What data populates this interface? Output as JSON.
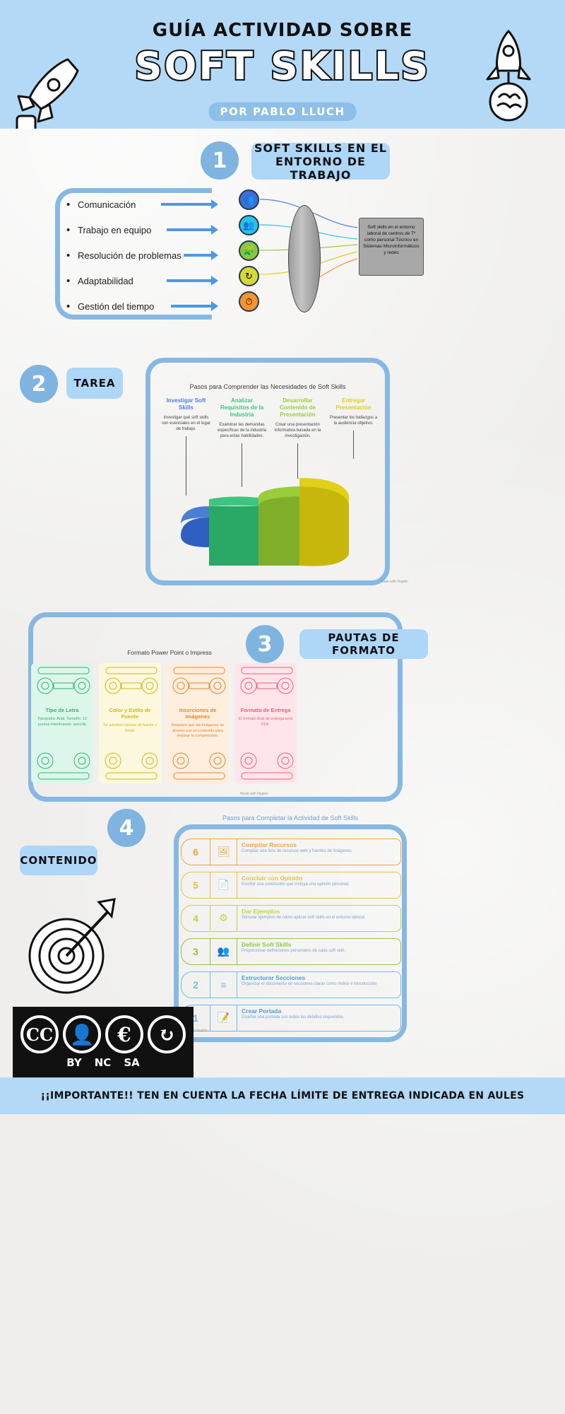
{
  "header": {
    "subtitle": "GUÍA ACTIVIDAD SOBRE",
    "title": "SOFT SKILLS",
    "byline": "POR PABLO LLUCH",
    "bg_color": "#b3d9f7"
  },
  "section1": {
    "number": "1",
    "label": "SOFT SKILLS EN EL ENTORNO DE TRABAJO",
    "skills": [
      {
        "text": "Comunicación",
        "icon": "people-network-icon",
        "color": "#3d6fd6"
      },
      {
        "text": "Trabajo en equipo",
        "icon": "team-icon",
        "color": "#29c3e8"
      },
      {
        "text": "Resolución de problemas",
        "icon": "puzzle-icon",
        "color": "#8cc63f"
      },
      {
        "text": "Adaptabilidad",
        "icon": "adapt-icon",
        "color": "#d6d83a"
      },
      {
        "text": "Gestión del tiempo",
        "icon": "clock-icon",
        "color": "#f59432"
      }
    ],
    "outcome_box": "Soft skills en el entorno laboral de centros de Tº como personal Técnico en Sistemas Microinformáticos y redes"
  },
  "section2": {
    "number": "2",
    "label": "TAREA",
    "chart_title": "Pasos para Comprender las Necesidades de Soft Skills",
    "credit": "Made with  Napkin"
  },
  "section3": {
    "number": "3",
    "label": "PAUTAS DE FORMATO",
    "chart_title": "Formato Power Point o Impress",
    "credit": "Made with  Napkin",
    "cards": [
      {
        "title": "Tipo de Letra",
        "body": "Tipografía: Arial. Tamaño: 12 puntos Interlineado: sencillo",
        "color": "#2bb673",
        "bg": "#ddf6ea"
      },
      {
        "title": "Color y Estilo de Fuente",
        "body": "Se admiten colores de fuente y fondo",
        "color": "#d4b516",
        "bg": "#fbf8dd"
      },
      {
        "title": "Inserciones de Imágenes",
        "body": "Requiere que las imágenes se alineen con el contenido para mejorar la comprensión.",
        "color": "#e08733",
        "bg": "#fdeedd"
      },
      {
        "title": "Formato de Entrega",
        "body": "El formato final de entrega será PDF.",
        "color": "#e9607a",
        "bg": "#fde5ea"
      }
    ]
  },
  "section4": {
    "number": "4",
    "label": "CONTENIDO",
    "chart_title": "Pasos para Completar la Actividad de Soft Skills",
    "credit": "Made with  Napkin",
    "steps": [
      {
        "n": "6",
        "title": "Compilar Recursos",
        "body": "Compilar una lista de recursos web y fuentes de imágenes.",
        "icon": "image-stack-icon",
        "color": "#f0a53c"
      },
      {
        "n": "5",
        "title": "Concluir con Opinión",
        "body": "Escribir una conclusión que incluya una opinión personal.",
        "icon": "document-edit-icon",
        "color": "#e8c13a"
      },
      {
        "n": "4",
        "title": "Dar Ejemplos",
        "body": "Stimular ejemplos de cómo aplicar soft skills en el entorno laboral.",
        "icon": "gear-people-icon",
        "color": "#c3d43c"
      },
      {
        "n": "3",
        "title": "Definir Soft Skills",
        "body": "Proporcionar definiciones personales de cada soft skill.",
        "icon": "people-share-icon",
        "color": "#8ec63f"
      },
      {
        "n": "2",
        "title": "Estructurar Secciones",
        "body": "Organizar el documento en secciones claras como índice e introducción",
        "icon": "list-arrow-icon",
        "color": "#5fc9da"
      },
      {
        "n": "1",
        "title": "Crear Portada",
        "body": "Diseñar una portada con todos los detalles requeridos.",
        "icon": "cover-page-icon",
        "color": "#6fb5e8"
      }
    ]
  },
  "chart_data": [
    {
      "type": "pie",
      "title": "Pasos para Comprender las Necesidades de Soft Skills",
      "legend_position": "top",
      "slices": [
        {
          "label": "Investigar Soft Skills",
          "description": "Investigar qué soft skills son esenciales en el lugar de trabajo.",
          "color": "#4a7fd4",
          "value": 10
        },
        {
          "label": "Analizar Requisitos de la Industria",
          "description": "Examinar las demandas específicas de la industria para estas habilidades.",
          "color": "#3fc47f",
          "value": 22
        },
        {
          "label": "Desarrollar Contenido de Presentación",
          "description": "Crear una presentación informativa basada en la investigación.",
          "color": "#9acd3a",
          "value": 28
        },
        {
          "label": "Entregar Presentación",
          "description": "Presentar los hallazgos a la audiencia objetivo.",
          "color": "#e2cf17",
          "value": 40
        }
      ]
    },
    {
      "type": "table",
      "title": "Formato Power Point o Impress",
      "categories": [
        "Tipo de Letra",
        "Color y Estilo de Fuente",
        "Inserciones de Imágenes",
        "Formato de Entrega"
      ],
      "values": [
        "Tipografía: Arial. Tamaño: 12 puntos Interlineado: sencillo",
        "Se admiten colores de fuente y fondo",
        "Requiere que las imágenes se alineen con el contenido para mejorar la comprensión.",
        "El formato final de entrega será PDF."
      ]
    },
    {
      "type": "bar",
      "title": "Pasos para Completar la Actividad de Soft Skills",
      "categories": [
        "1",
        "2",
        "3",
        "4",
        "5",
        "6"
      ],
      "values": [
        1,
        2,
        3,
        4,
        5,
        6
      ],
      "ylabel": "",
      "xlabel": ""
    }
  ],
  "footer": {
    "license_icons": [
      "cc",
      "by",
      "nc",
      "sa"
    ],
    "license_labels": [
      "BY",
      "NC",
      "SA"
    ],
    "note": "¡¡IMPORTANTE!! TEN EN CUENTA LA FECHA LÍMITE DE ENTREGA INDICADA EN AULES"
  }
}
